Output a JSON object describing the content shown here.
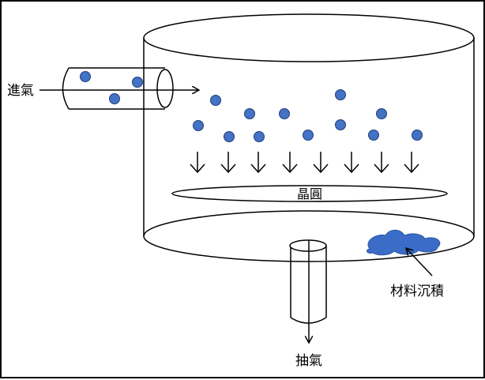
{
  "labels": {
    "inlet": "進氣",
    "wafer": "晶圓",
    "deposition": "材料沉積",
    "exhaust": "抽氣"
  },
  "colors": {
    "particle": "#4472c4",
    "deposit": "#3a6cc8",
    "outline": "#000000"
  }
}
